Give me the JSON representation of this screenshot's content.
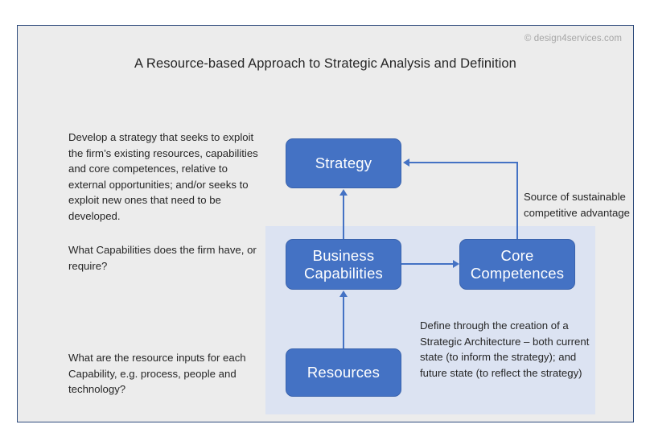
{
  "header": {
    "title": "A Resource-based Approach to Strategic Analysis and Definition",
    "copyright": "© design4services.com"
  },
  "colors": {
    "frame_border": "#2e4b7c",
    "frame_background": "#ececec",
    "panel_background": "#dce3f2",
    "box_fill": "#4472c4",
    "box_text": "#ffffff",
    "connector": "#4472c4",
    "body_text": "#262626",
    "copyright_text": "#a6a6a6"
  },
  "nodes": [
    {
      "id": "strategy",
      "label": "Strategy"
    },
    {
      "id": "business-capabilities",
      "label_line1": "Business",
      "label_line2": "Capabilities"
    },
    {
      "id": "core-competences",
      "label_line1": "Core",
      "label_line2": "Competences"
    },
    {
      "id": "resources",
      "label": "Resources"
    }
  ],
  "notes": {
    "strategy": "Develop a strategy that seeks to exploit the firm’s existing resources, capabilities and core competences, relative to external opportunities; and/or seeks to exploit new ones that need to be developed.",
    "capability": "What Capabilities does the firm have, or require?",
    "resources": "What are the resource inputs for each Capability, e.g. process, people and technology?",
    "source": "Source of sustainable competitive advantage",
    "define": "Define through the creation of a Strategic Architecture – both current state (to inform the strategy); and future state (to reflect the strategy)"
  },
  "connectors": [
    {
      "id": "resources-to-capabilities",
      "from": "resources",
      "to": "business-capabilities",
      "direction": "up"
    },
    {
      "id": "capabilities-to-strategy",
      "from": "business-capabilities",
      "to": "strategy",
      "direction": "up"
    },
    {
      "id": "capabilities-to-core",
      "from": "business-capabilities",
      "to": "core-competences",
      "direction": "right"
    },
    {
      "id": "core-to-strategy",
      "from": "core-competences",
      "to": "strategy",
      "direction": "elbow-left"
    }
  ]
}
